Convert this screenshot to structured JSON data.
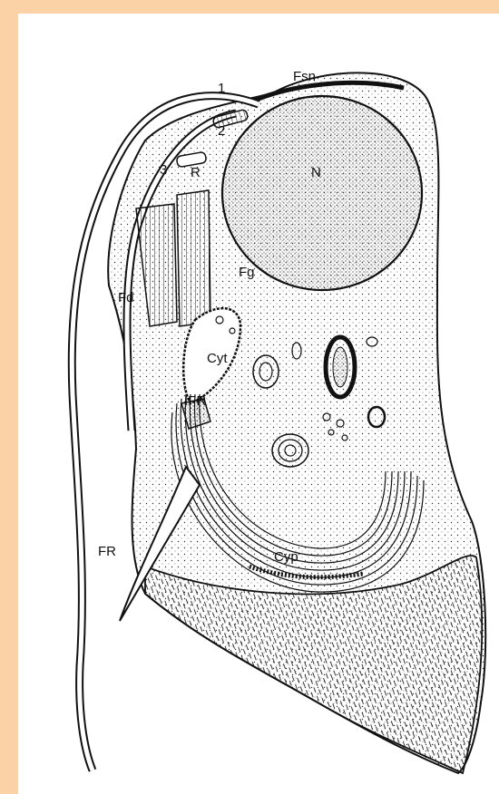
{
  "colors": {
    "frame": "#fbd2a6",
    "panel": "#ffffff",
    "ink": "#111111"
  },
  "labels": {
    "flagellum_1": "1",
    "flagellum_2": "2",
    "flagellum_3": "3",
    "fsn": "Fsn",
    "r": "R",
    "nucleus": "N",
    "fg": "Fg",
    "fd": "Fd",
    "cyt": "Cyt",
    "ifr": "IFR",
    "fr": "FR",
    "cyp": "Cyp"
  }
}
